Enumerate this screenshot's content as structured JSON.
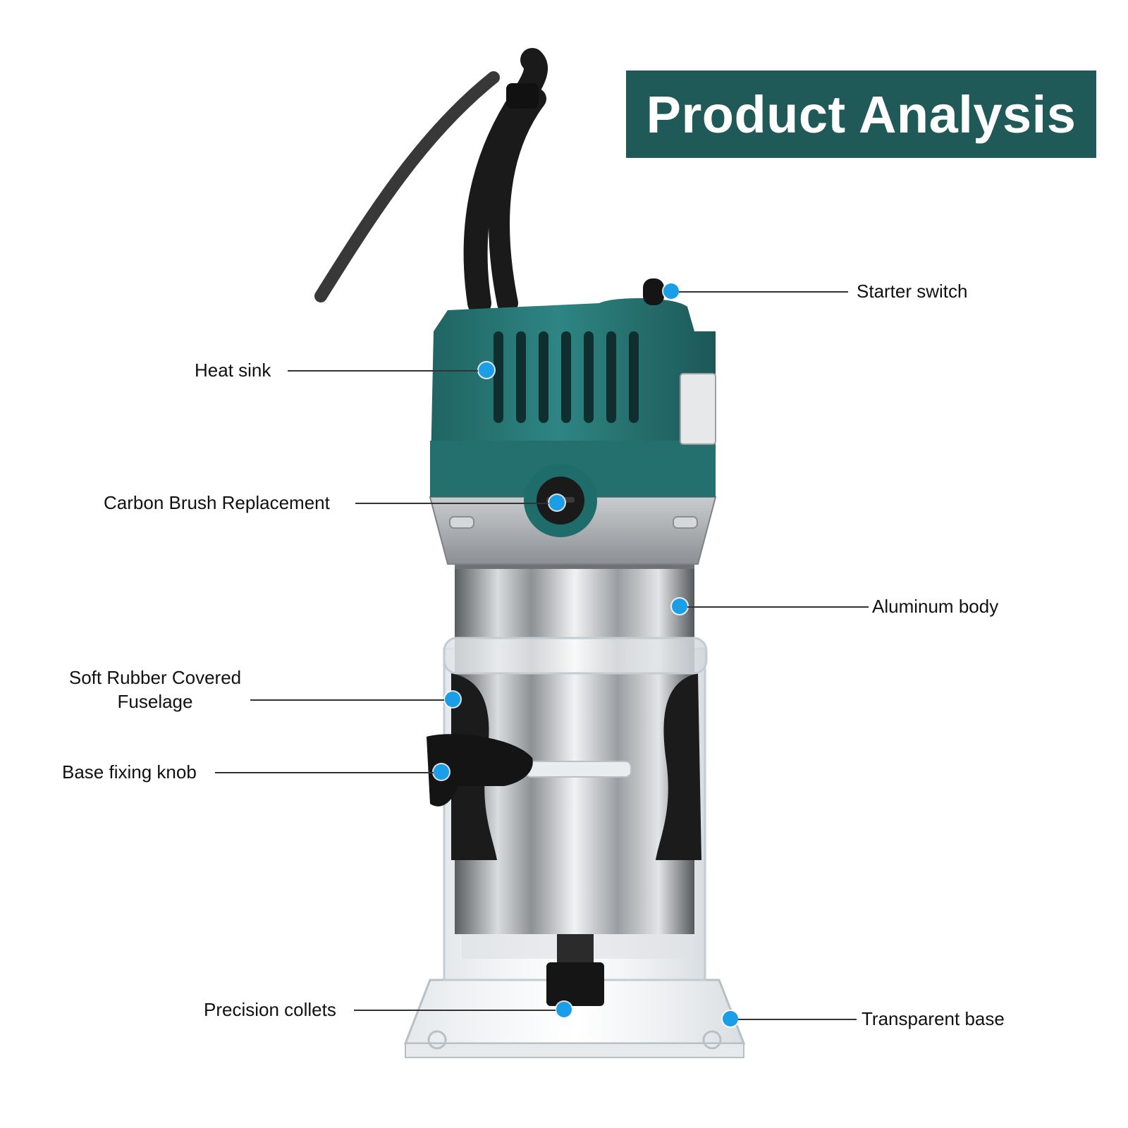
{
  "title": "Product Analysis",
  "colors": {
    "banner": "#1f5a59",
    "marker": "#1a9ee8",
    "housing": "#2c7d7b"
  },
  "callouts": {
    "starter_switch": "Starter switch",
    "heat_sink": "Heat sink",
    "carbon_brush": "Carbon Brush Replacement",
    "aluminum_body": "Aluminum body",
    "soft_rubber_line1": "Soft Rubber Covered",
    "soft_rubber_line2": "Fuselage",
    "base_knob": "Base fixing knob",
    "precision_collets": "Precision collets",
    "transparent_base": "Transparent base"
  }
}
